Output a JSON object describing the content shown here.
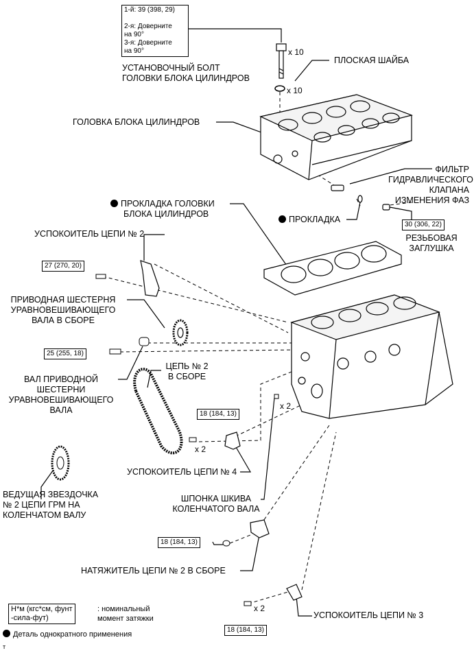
{
  "torque_box_top": {
    "line1": "1-й: 39 (398, 29)",
    "line2": "2-я: Доверните",
    "line3": "на 90°",
    "line4": "3-я: Доверните",
    "line5": "на 90°"
  },
  "labels": {
    "head_bolt_1": "УСТАНОВОЧНЫЙ БОЛТ",
    "head_bolt_2": "ГОЛОВКИ БЛОКА ЦИЛИНДРОВ",
    "flat_washer": "ПЛОСКАЯ ШАЙБА",
    "cylinder_head": "ГОЛОВКА БЛОКА ЦИЛИНДРОВ",
    "vvt_filter_1": "ФИЛЬТР",
    "vvt_filter_2": "ГИДРАВЛИЧЕСКОГО",
    "vvt_filter_3": "КЛАПАНА",
    "vvt_filter_4": "ИЗМЕНЕНИЯ ФАЗ",
    "head_gasket_1": "ПРОКЛАДКА ГОЛОВКИ",
    "head_gasket_2": "БЛОКА ЦИЛИНДРОВ",
    "gasket": "ПРОКЛАДКА",
    "plug_1": "РЕЗЬБОВАЯ",
    "plug_2": "ЗАГЛУШКА",
    "damper_2": "УСПОКОИТЕЛЬ ЦЕПИ № 2",
    "balancer_gear_1": "ПРИВОДНАЯ ШЕСТЕРНЯ",
    "balancer_gear_2": "УРАВНОВЕШИВАЮЩЕГО",
    "balancer_gear_3": "ВАЛА В СБОРЕ",
    "gear_shaft_1": "ВАЛ ПРИВОДНОЙ",
    "gear_shaft_2": "ШЕСТЕРНИ",
    "gear_shaft_3": "УРАВНОВЕШИВАЮЩЕГО",
    "gear_shaft_4": "ВАЛА",
    "chain2_1": "ЦЕПЬ № 2",
    "chain2_2": "В СБОРЕ",
    "damper_4": "УСПОКОИТЕЛЬ ЦЕПИ № 4",
    "sprocket_1": "ВЕДУЩАЯ ЗВЕЗДОЧКА",
    "sprocket_2": "№ 2 ЦЕПИ ГРМ НА",
    "sprocket_3": "КОЛЕНЧАТОМ ВАЛУ",
    "pulley_key_1": "ШПОНКА ШКИВА",
    "pulley_key_2": "КОЛЕНЧАТОГО ВАЛА",
    "tensioner": "НАТЯЖИТЕЛЬ ЦЕПИ № 2 В СБОРЕ",
    "damper_3": "УСПОКОИТЕЛЬ ЦЕПИ № 3"
  },
  "torque": {
    "plug": "30 (306, 22)",
    "damper2_bolt": "27 (270, 20)",
    "gear_bolt": "25 (255, 18)",
    "damper4_bolt": "18 (184, 13)",
    "tensioner_nut": "18 (184, 13)",
    "damper3_bolt": "18 (184, 13)"
  },
  "quantities": {
    "bolt": "x 10",
    "washer": "x 10",
    "key": "x 2",
    "damper4": "x 2",
    "damper3": "x 2"
  },
  "legend": {
    "box_line1": "Н*м (кгс*см, фунт",
    "box_line2": "-сила-фут)",
    "desc_line1": ": номинальный",
    "desc_line2": "момент затяжки",
    "single_use": "Деталь однократного применения"
  },
  "footer_mark": "т"
}
